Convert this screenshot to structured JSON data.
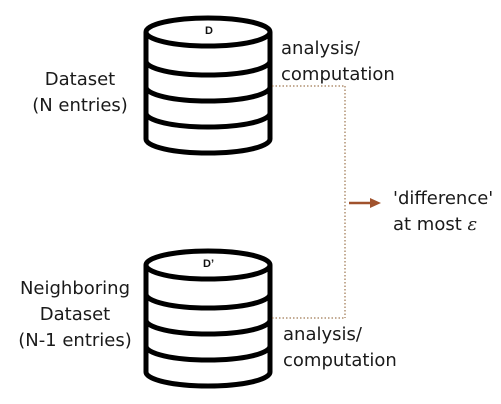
{
  "top": {
    "db_label": "D",
    "dataset_line1": "Dataset",
    "dataset_line2": "(N entries)",
    "analysis_line1": "analysis/",
    "analysis_line2": "computation"
  },
  "bottom": {
    "db_label": "D’",
    "dataset_line1": "Neighboring",
    "dataset_line2": "Dataset",
    "dataset_line3": "(N-1 entries)",
    "analysis_line1": "analysis/",
    "analysis_line2": "computation"
  },
  "result": {
    "line1": "'difference'",
    "line2_prefix": "at most",
    "epsilon": "ε"
  },
  "colors": {
    "stroke": "#000000",
    "connector": "#8a5a2b",
    "arrow": "#a0522d",
    "text": "#1a1a1a"
  }
}
